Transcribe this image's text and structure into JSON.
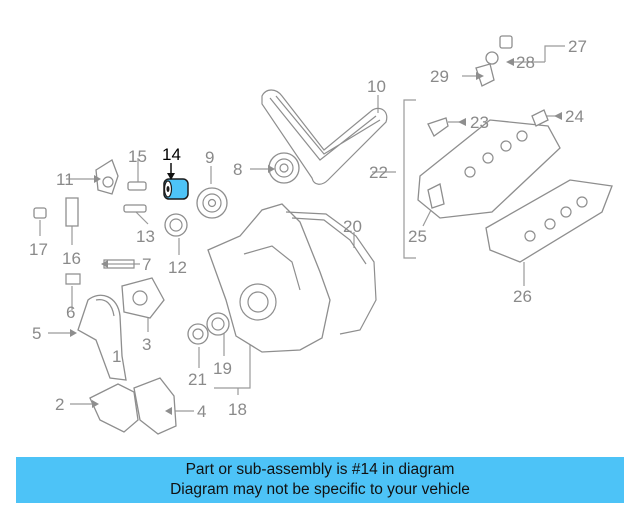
{
  "highlight_color": "#4dc3f7",
  "callouts": [
    {
      "id": "c1",
      "text": "1"
    },
    {
      "id": "c2",
      "text": "2"
    },
    {
      "id": "c3",
      "text": "3"
    },
    {
      "id": "c4",
      "text": "4"
    },
    {
      "id": "c5",
      "text": "5"
    },
    {
      "id": "c6",
      "text": "6"
    },
    {
      "id": "c7",
      "text": "7"
    },
    {
      "id": "c8",
      "text": "8"
    },
    {
      "id": "c9",
      "text": "9"
    },
    {
      "id": "c10",
      "text": "10"
    },
    {
      "id": "c11",
      "text": "11"
    },
    {
      "id": "c12",
      "text": "12"
    },
    {
      "id": "c13",
      "text": "13"
    },
    {
      "id": "c14",
      "text": "14"
    },
    {
      "id": "c15",
      "text": "15"
    },
    {
      "id": "c16",
      "text": "16"
    },
    {
      "id": "c17",
      "text": "17"
    },
    {
      "id": "c18",
      "text": "18"
    },
    {
      "id": "c19",
      "text": "19"
    },
    {
      "id": "c20",
      "text": "20"
    },
    {
      "id": "c21",
      "text": "21"
    },
    {
      "id": "c22",
      "text": "22"
    },
    {
      "id": "c23",
      "text": "23"
    },
    {
      "id": "c24",
      "text": "24"
    },
    {
      "id": "c25",
      "text": "25"
    },
    {
      "id": "c26",
      "text": "26"
    },
    {
      "id": "c27",
      "text": "27"
    },
    {
      "id": "c28",
      "text": "28"
    },
    {
      "id": "c29",
      "text": "29"
    }
  ],
  "banner": {
    "line1": "Part or sub-assembly is #14 in diagram",
    "line2": "Diagram may not be specific to your vehicle"
  }
}
